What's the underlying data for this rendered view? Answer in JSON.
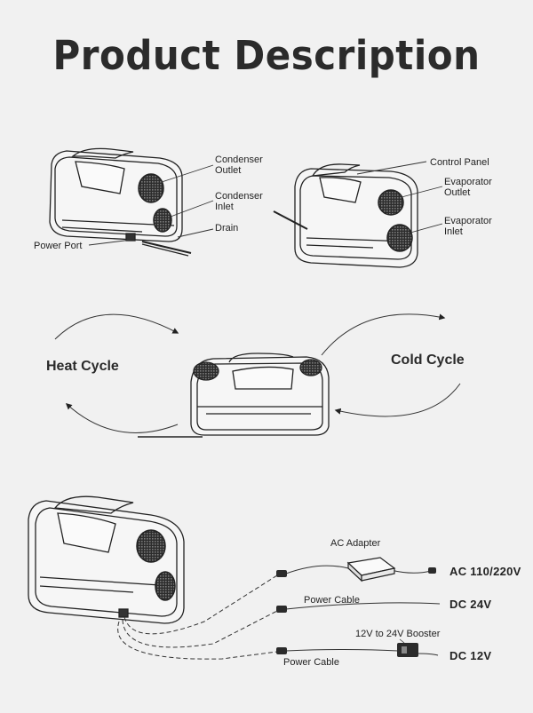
{
  "title": "Product Description",
  "labels": {
    "condenser_outlet": [
      "Condenser",
      "Outlet"
    ],
    "condenser_inlet": [
      "Condenser",
      "Inlet"
    ],
    "drain": "Drain",
    "power_port": "Power Port",
    "control_panel": "Control Panel",
    "evaporator_outlet": [
      "Evaporator",
      "Outlet"
    ],
    "evaporator_inlet": [
      "Evaporator",
      "Inlet"
    ]
  },
  "cycles": {
    "heat": "Heat Cycle",
    "cold": "Cold Cycle"
  },
  "power": {
    "ac_adapter": "AC Adapter",
    "ac_input": "AC 110/220V",
    "power_cable_1": "Power Cable",
    "dc_24": "DC  24V",
    "booster": "12V to 24V Booster",
    "dc_12": "DC  12V",
    "power_cable_2": "Power Cable"
  },
  "colors": {
    "ink": "#2b2b2b",
    "background": "#f1f1f1"
  }
}
